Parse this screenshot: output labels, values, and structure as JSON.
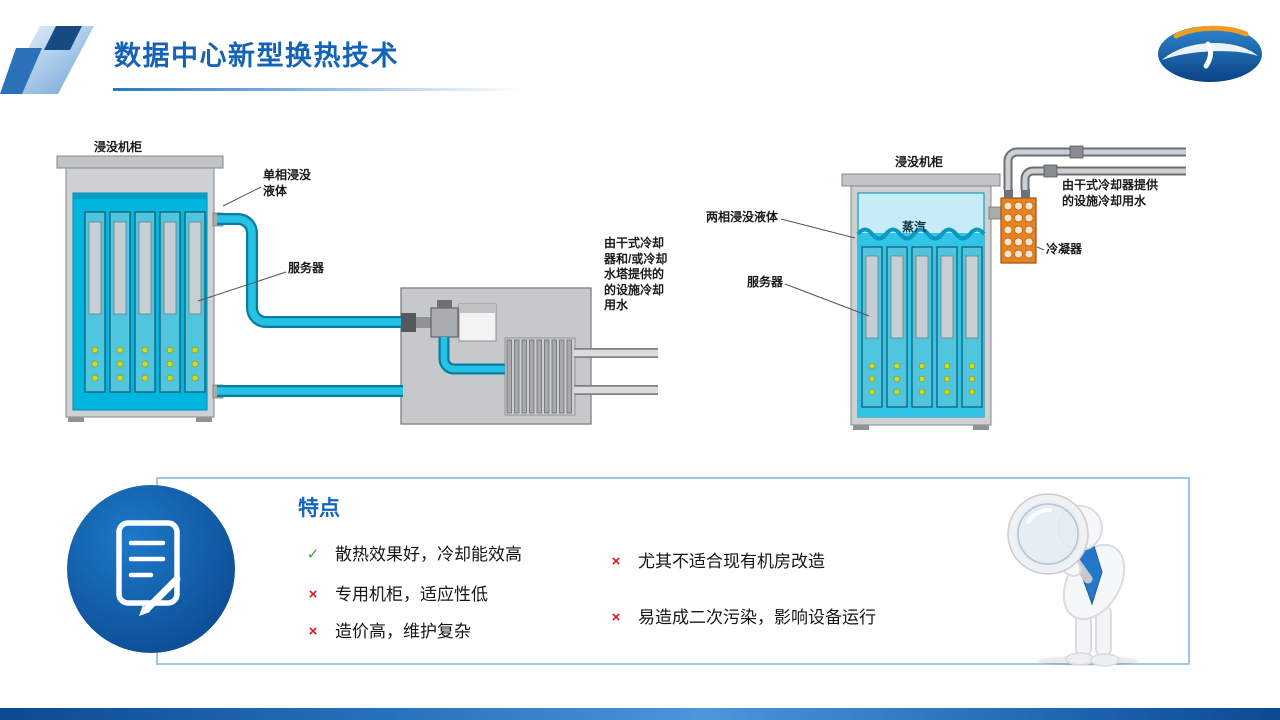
{
  "header": {
    "title": "数据中心新型换热技术"
  },
  "diagrams": {
    "left": {
      "cabinet": "浸没机柜",
      "fluid": "单相浸没\n液体",
      "server": "服务器",
      "supply": "由干式冷却\n器和/或冷却\n水塔提供的\n的设施冷却\n用水"
    },
    "right": {
      "cabinet": "浸没机柜",
      "fluid": "两相浸没液体",
      "vapor": "蒸汽",
      "server": "服务器",
      "condenser": "冷凝器",
      "supply": "由干式冷却器提供\n的设施冷却用水"
    }
  },
  "features": {
    "title": "特点",
    "items_left": [
      {
        "kind": "check",
        "mark": "✓",
        "text": "散热效果好，冷却能效高"
      },
      {
        "kind": "cross",
        "mark": "×",
        "text": "专用机柜，适应性低"
      },
      {
        "kind": "cross",
        "mark": "×",
        "text": "造价高，维护复杂"
      }
    ],
    "items_right": [
      {
        "kind": "cross",
        "mark": "×",
        "text": "尤其不适合现有机房改造"
      },
      {
        "kind": "cross",
        "mark": "×",
        "text": "易造成二次污染，影响设备运行"
      }
    ]
  },
  "icons": {
    "logo": "company-logo",
    "panel": "document-pencil-icon",
    "mascot": "figure-with-magnifier"
  },
  "colors": {
    "title_blue": "#1463b6",
    "panel_border": "#a0c4ea",
    "circle_blue": "#0f5aa0",
    "fluid_cyan": "#00b6de",
    "vapor_cyan": "#c6ecf7",
    "condenser_orange": "#e6831f",
    "check_green": "#3aa63a",
    "cross_red": "#e01818"
  }
}
